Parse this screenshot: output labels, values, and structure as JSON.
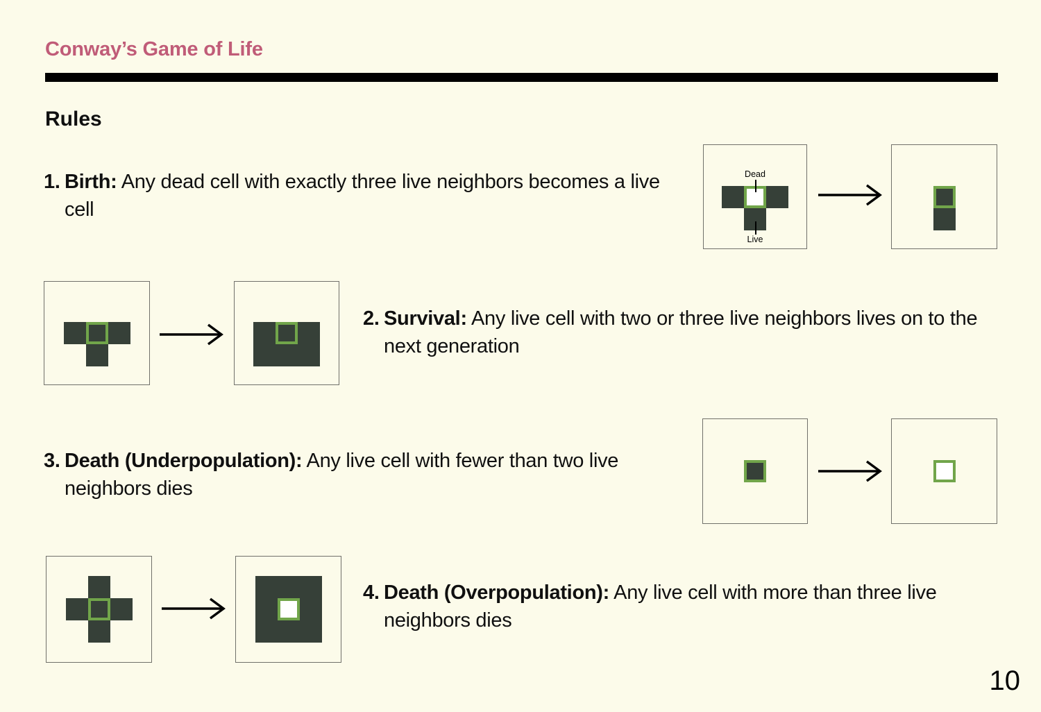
{
  "slide": {
    "title": "Conway’s Game of Life",
    "heading": "Rules",
    "page_number": "10"
  },
  "rules": [
    {
      "number": "1.",
      "term": "Birth:",
      "text": "Any dead cell with exactly three live neighbors becomes a live cell"
    },
    {
      "number": "2.",
      "term": "Survival:",
      "text": "Any live cell with two or three live neighbors lives on to the next generation"
    },
    {
      "number": "3.",
      "term": "Death (Underpopulation):",
      "text": "Any live cell with fewer than two live neighbors dies"
    },
    {
      "number": "4.",
      "term": "Death (Overpopulation):",
      "text": "Any live cell with more than three live neighbors dies"
    }
  ],
  "cell_state_key": {
    "d": "live",
    "o": "live-highlighted",
    "x": "dead-highlighted",
    ".": "empty"
  },
  "diagrams": {
    "birth": {
      "labels": {
        "dead": "Dead",
        "live": "Live"
      },
      "before": [
        [
          ".",
          ".",
          "."
        ],
        [
          "d",
          "x",
          "d"
        ],
        [
          ".",
          "d",
          "."
        ]
      ],
      "after": [
        [
          "."
        ],
        [
          "o"
        ],
        [
          "d"
        ]
      ]
    },
    "survival": {
      "before": [
        [
          ".",
          ".",
          "."
        ],
        [
          "d",
          "o",
          "d"
        ],
        [
          ".",
          "d",
          "."
        ]
      ],
      "after": [
        [
          ".",
          ".",
          "."
        ],
        [
          "d",
          "o",
          "d"
        ],
        [
          "d",
          "d",
          "d"
        ]
      ]
    },
    "underpopulation": {
      "before": [
        [
          "o"
        ]
      ],
      "after": [
        [
          "x"
        ]
      ]
    },
    "overpopulation": {
      "before": [
        [
          ".",
          "d",
          "."
        ],
        [
          "d",
          "o",
          "d"
        ],
        [
          ".",
          "d",
          "."
        ]
      ],
      "after": [
        [
          "d",
          "d",
          "d"
        ],
        [
          "d",
          "x",
          "d"
        ],
        [
          "d",
          "d",
          "d"
        ]
      ]
    }
  },
  "colors": {
    "background": "#FCFBEA",
    "title": "#C05C78",
    "body_text": "#101010",
    "cell_live": "#364038",
    "cell_highlight": "#71A54A",
    "panel_border": "#70706A",
    "divider": "#000000"
  }
}
